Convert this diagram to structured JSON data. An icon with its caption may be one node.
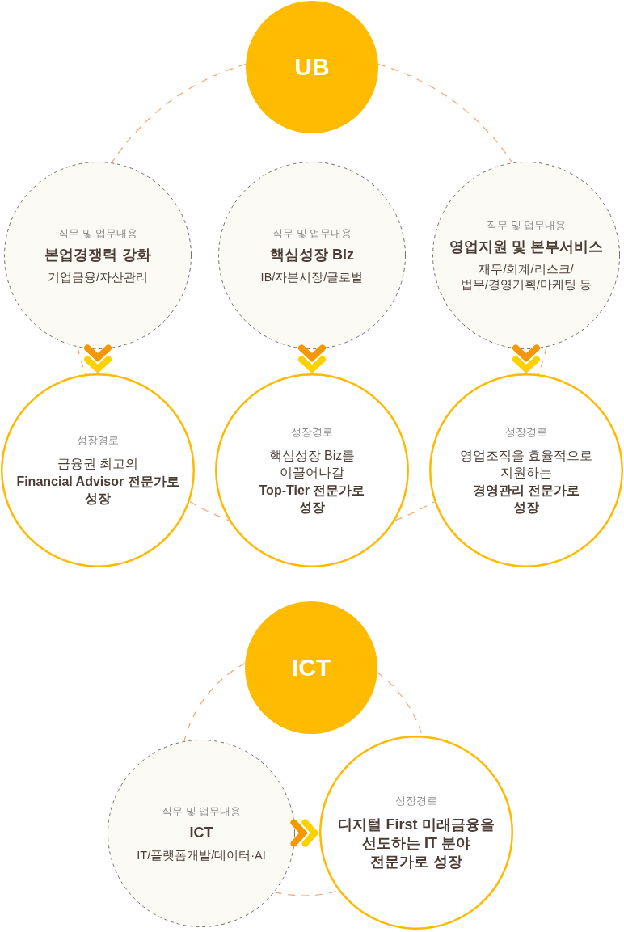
{
  "diagram": {
    "nodes": [
      {
        "text": [
          "UB"
        ]
      },
      {
        "text": [
          "직무 및 업무내용",
          "본업경쟁력 강화",
          "기업금융/자산관리"
        ]
      },
      {
        "text": [
          "직무 및 업무내용",
          "핵심성장 Biz",
          "IB/자본시장/글로벌"
        ]
      },
      {
        "text": [
          "직무 및 업무내용",
          "영업지원 및 본부서비스",
          "재무/회계/리스크/ 법무/경영기획/마케팅 등"
        ]
      },
      {
        "text": [
          "성장경로",
          "금융권 최고의 **Financial Advisor 전문가로 성장**"
        ]
      },
      {
        "text": [
          "성장경로",
          "핵심성장 Biz를 이끌어나갈 **Top-Tier 전문가로 성장**"
        ]
      },
      {
        "text": [
          "성장경로",
          "영업조직을 효율적으로 지원하는 **경영관리 전문가로 성장**"
        ]
      },
      {
        "text": [
          "ICT"
        ]
      },
      {
        "text": [
          "직무 및 업무내용",
          "ICT",
          "IT/플랫폼개발/데이터·AI"
        ]
      },
      {
        "text": [
          "성장경로",
          "디지털 First 미래금융을 선도하는 IT 분야 전문가로 성장"
        ]
      }
    ],
    "edges": [
      {
        "from": 0,
        "to": 1,
        "arrow": "none",
        "style": "dashed"
      },
      {
        "from": 0,
        "to": 3,
        "arrow": "none",
        "style": "dashed"
      },
      {
        "from": 1,
        "to": 4,
        "arrow": "none",
        "style": "dashed"
      },
      {
        "from": 3,
        "to": 6,
        "arrow": "none",
        "style": "dashed"
      },
      {
        "from": 4,
        "to": 5,
        "arrow": "none",
        "style": "dashed"
      },
      {
        "from": 5,
        "to": 6,
        "arrow": "none",
        "style": "dashed"
      },
      {
        "from": 1,
        "to": 4,
        "arrow": "to",
        "style": "thick",
        "color": "#f39800"
      },
      {
        "from": 2,
        "to": 5,
        "arrow": "to",
        "style": "thick",
        "color": "#f39800"
      },
      {
        "from": 3,
        "to": 6,
        "arrow": "to",
        "style": "thick",
        "color": "#f39800"
      },
      {
        "from": 7,
        "to": 8,
        "arrow": "none",
        "style": "dashed"
      },
      {
        "from": 7,
        "to": 9,
        "arrow": "none",
        "style": "dashed"
      },
      {
        "from": 8,
        "to": 9,
        "arrow": "none",
        "style": "dashed"
      },
      {
        "from": 8,
        "to": 9,
        "arrow": "to",
        "style": "thick",
        "color": "#f39800"
      }
    ]
  }
}
